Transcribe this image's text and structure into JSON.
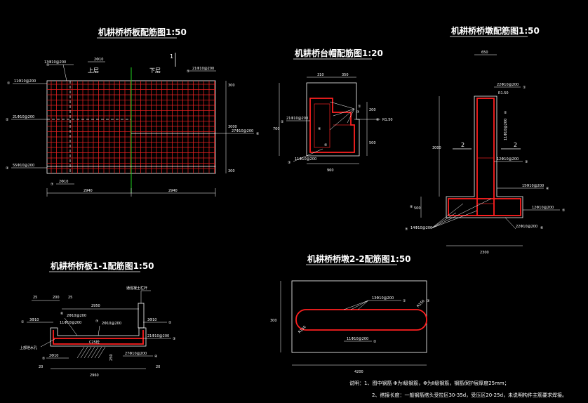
{
  "titles": {
    "slab_plan": "机耕桥桥板配筋图1:50",
    "abut_cap": "机耕桥台帽配筋图1:20",
    "abut_wall": "机耕桥桥墩配筋图1:50",
    "slab_section": "机耕桥桥板1-1配筋图1:50",
    "wall_section": "机耕桥桥墩2-2配筋图1:50"
  },
  "slab_plan": {
    "upper_label": "上层",
    "lower_label": "下层",
    "section_mark": "1",
    "rebars": {
      "top_left": "13Φ10@200",
      "top_mid": "2Φ10",
      "top_right": "21Φ10@200",
      "left_top": "11Φ10@200",
      "left_mid": "21Φ10@200",
      "left_bot": "55Φ10@200",
      "bottom_mid": "2Φ10",
      "right": "27Φ10@200"
    },
    "circled": [
      "①",
      "②",
      "③",
      "④",
      "⑤",
      "⑥",
      "⑦"
    ],
    "dims": {
      "left_width": "2940",
      "right_width": "2940",
      "top_edge": "300",
      "height": "3000",
      "bottom_edge": "300"
    }
  },
  "abut_cap": {
    "dims": {
      "top_left": "310",
      "top_right": "350",
      "height": "700",
      "right_upper": "200",
      "right_lower": "500",
      "bottom": "960"
    },
    "rebars": {
      "left": "21Φ10@200",
      "bottom": "11Φ10@200",
      "right": "R1.50"
    },
    "circled": [
      "①",
      "②",
      "③",
      "④",
      "⑤",
      "⑥",
      "⑦"
    ]
  },
  "abut_wall": {
    "dims": {
      "top": "650",
      "height": "3000",
      "footing_h": "500",
      "bottom": "2300"
    },
    "rebars": {
      "top": "22Φ10@200",
      "top_note": "R1.50",
      "right_vert": "11Φ10@200",
      "mid": "12Φ10@200",
      "foot_top": "15Φ10@200",
      "foot_right": "12Φ10@200",
      "foot_bot": "22Φ10@200",
      "foot_left": "14Φ10@200"
    },
    "section_marks": [
      "2",
      "2"
    ],
    "circled": [
      "①",
      "②",
      "③",
      "④",
      "⑤",
      "⑥",
      "⑦",
      "⑧"
    ]
  },
  "slab_section": {
    "label_rail": "通混凝土栏杆",
    "label_drain": "上部泄水孔",
    "label_c25": "C25砼",
    "dims": {
      "d1": "25",
      "d2": "200",
      "d3": "25",
      "width": "2950",
      "total": "2960",
      "side_l": "20",
      "side_r": "20",
      "thick": "250"
    },
    "rebars": {
      "r1": "3Φ10",
      "r2": "2Φ10@200",
      "r3": "11Φ10@200",
      "r4": "2Φ10@200",
      "r5": "3Φ10",
      "r6": "21Φ10@200",
      "r7": "27Φ10@200",
      "r8": "2Φ10"
    },
    "circled": [
      "①",
      "②",
      "③",
      "④",
      "⑤",
      "⑥",
      "⑦"
    ]
  },
  "wall_section": {
    "dims": {
      "height": "300",
      "width": "4200",
      "corner": "R150"
    },
    "rebars": {
      "top": "13Φ10@200",
      "bottom": "11Φ10@200",
      "right": "R150"
    },
    "circled": [
      "①",
      "②",
      "③"
    ]
  },
  "notes": {
    "line1": "说明：1、图中钢筋 Φ为Ⅰ级钢筋，Φ为Ⅱ级钢筋，钢筋保护层厚度25mm；",
    "line2": "2、搭接长度：一般钢筋搭头受拉区30-35d，受压区20-25d，未说明构件主筋要求焊接。"
  }
}
